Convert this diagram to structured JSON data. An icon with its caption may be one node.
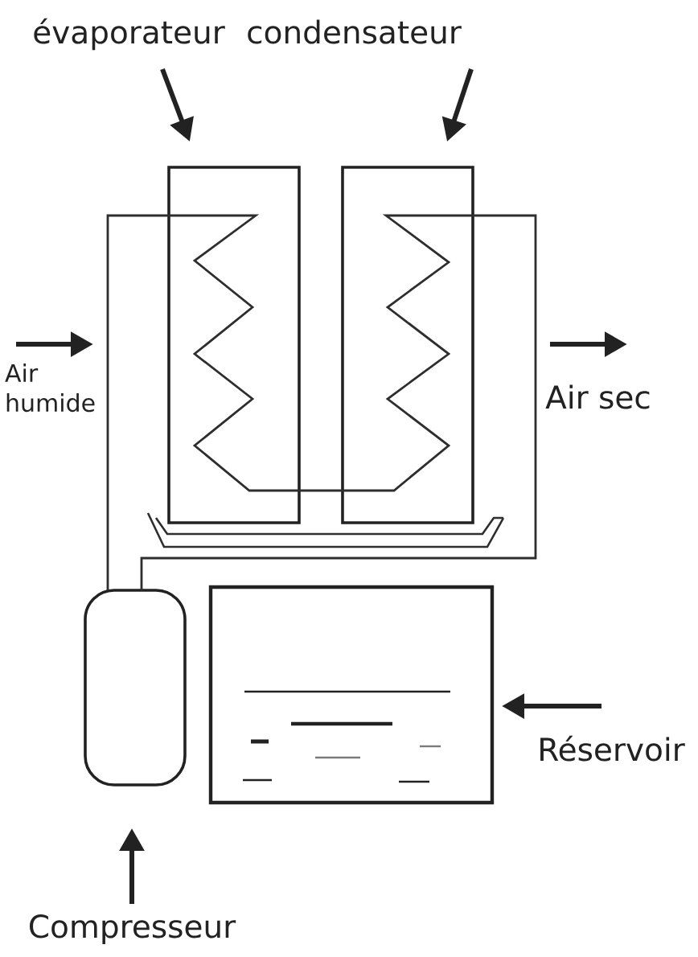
{
  "diagram": {
    "nodes": [
      {
        "text": [
          "évaporateur"
        ]
      },
      {
        "text": [
          "condensateur"
        ]
      },
      {
        "text": [],
        "shape": "box"
      },
      {
        "text": [],
        "shape": "box"
      },
      {
        "text": [],
        "shape": "cylinder"
      },
      {
        "text": [],
        "shape": "box"
      },
      {
        "text": [
          "Réservoir"
        ]
      },
      {
        "text": [
          "Compresseur"
        ]
      }
    ],
    "edges": [
      {
        "from": 0,
        "to": 2,
        "arrow": "to"
      },
      {
        "from": 1,
        "to": 3,
        "arrow": "to"
      },
      {
        "from": 6,
        "to": 5,
        "arrow": "to"
      },
      {
        "from": 7,
        "to": 4,
        "arrow": "to"
      },
      {
        "from": 4,
        "to": 2,
        "arrow": "none"
      },
      {
        "from": 2,
        "to": 3,
        "arrow": "none"
      },
      {
        "from": 3,
        "to": 4,
        "arrow": "none"
      }
    ],
    "labels": [
      "Air humide",
      "Air sec"
    ]
  }
}
